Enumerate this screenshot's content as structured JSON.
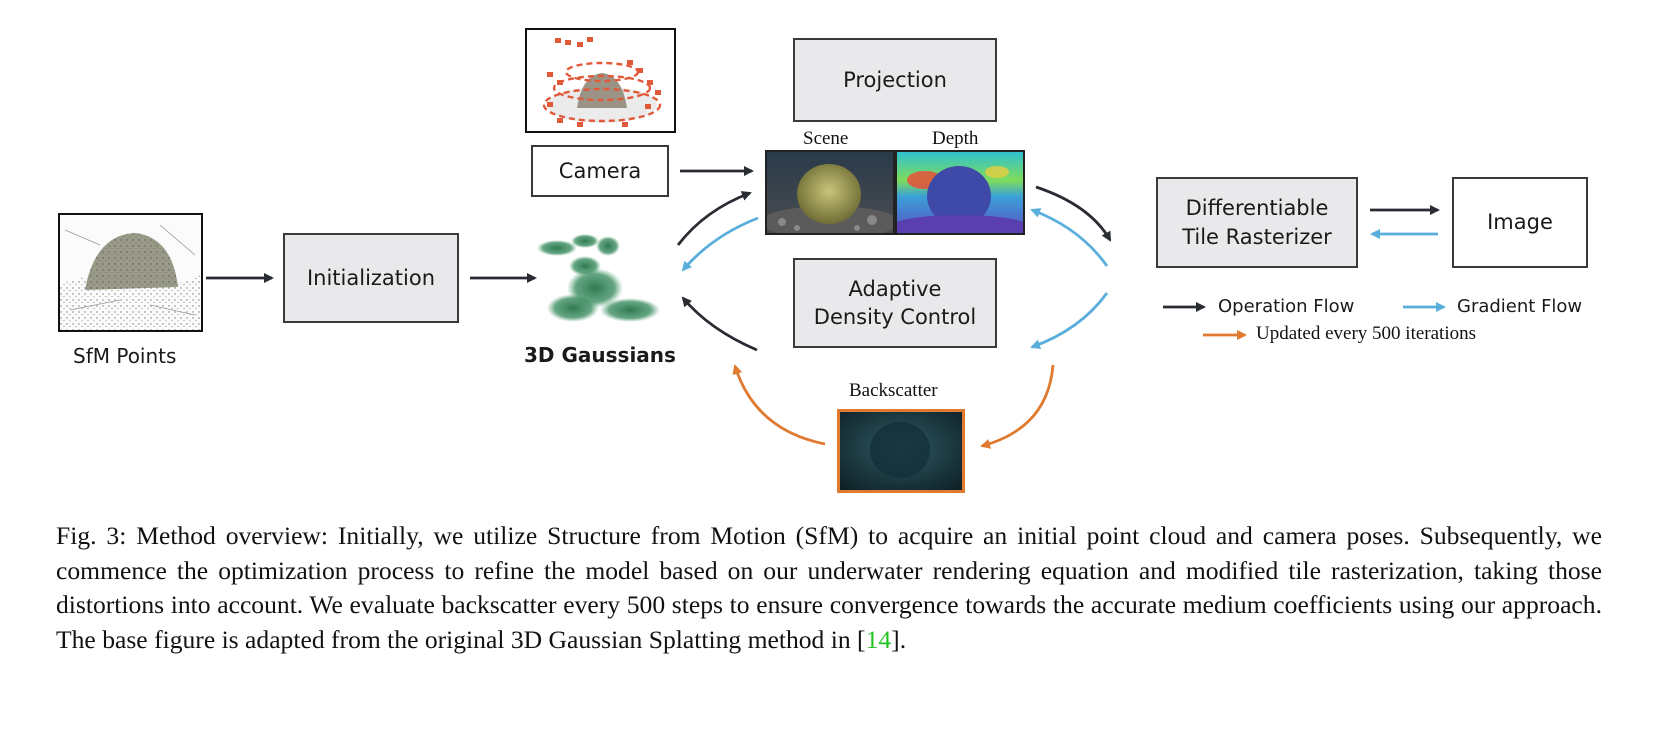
{
  "diagram": {
    "sfm_label": "SfM Points",
    "initialization": "Initialization",
    "gaussians_label": "3D Gaussians",
    "camera": "Camera",
    "projection": "Projection",
    "scene_label": "Scene",
    "depth_label": "Depth",
    "adaptive_line1": "Adaptive",
    "adaptive_line2": "Density Control",
    "backscatter_label": "Backscatter",
    "rasterizer_line1": "Differentiable",
    "rasterizer_line2": "Tile Rasterizer",
    "image": "Image",
    "colors": {
      "operation": "#2a2c33",
      "gradient": "#5aaedc",
      "update": "#e07a30",
      "box_fill": "#e9e9ec"
    }
  },
  "legend": {
    "operation_flow": "Operation Flow",
    "gradient_flow": "Gradient Flow",
    "updated": "Updated every 500 iterations"
  },
  "caption": {
    "text": "Fig. 3: Method overview: Initially, we utilize Structure from Motion (SfM) to acquire an initial point cloud and camera poses. Subsequently, we commence the optimization process to refine the model based on our underwater rendering equation and modified tile rasterization, taking those distortions into account. We evaluate backscatter every 500 steps to ensure convergence towards the accurate medium coefficients using our approach. The base figure is adapted from the original 3D Gaussian Splatting method in [",
    "citation": "14",
    "end": "]."
  }
}
